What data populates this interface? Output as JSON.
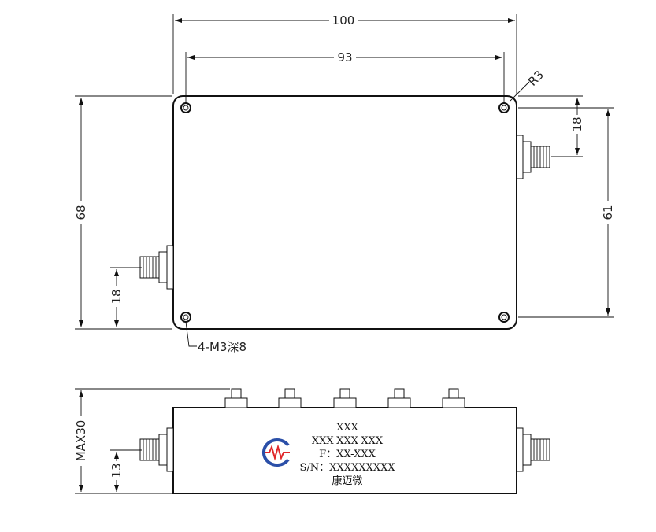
{
  "dimensions": {
    "width_overall": "100",
    "width_holes": "93",
    "corner_radius": "R3",
    "height_overall": "68",
    "height_right_ref": "61",
    "right_connector_offset": "18",
    "left_connector_offset": "18",
    "mount_holes": "4-M3深8",
    "max_height": "MAX30",
    "side_connector_height": "13"
  },
  "label": {
    "line1": "XXX",
    "line2": "XXX-XXX-XXX",
    "line3": "F：XX-XXX",
    "line4": "S/N：XXXXXXXXX",
    "company": "康迈微"
  },
  "colors": {
    "line": "#111111",
    "logo_red": "#e0262a",
    "logo_blue": "#2b4fa8"
  }
}
